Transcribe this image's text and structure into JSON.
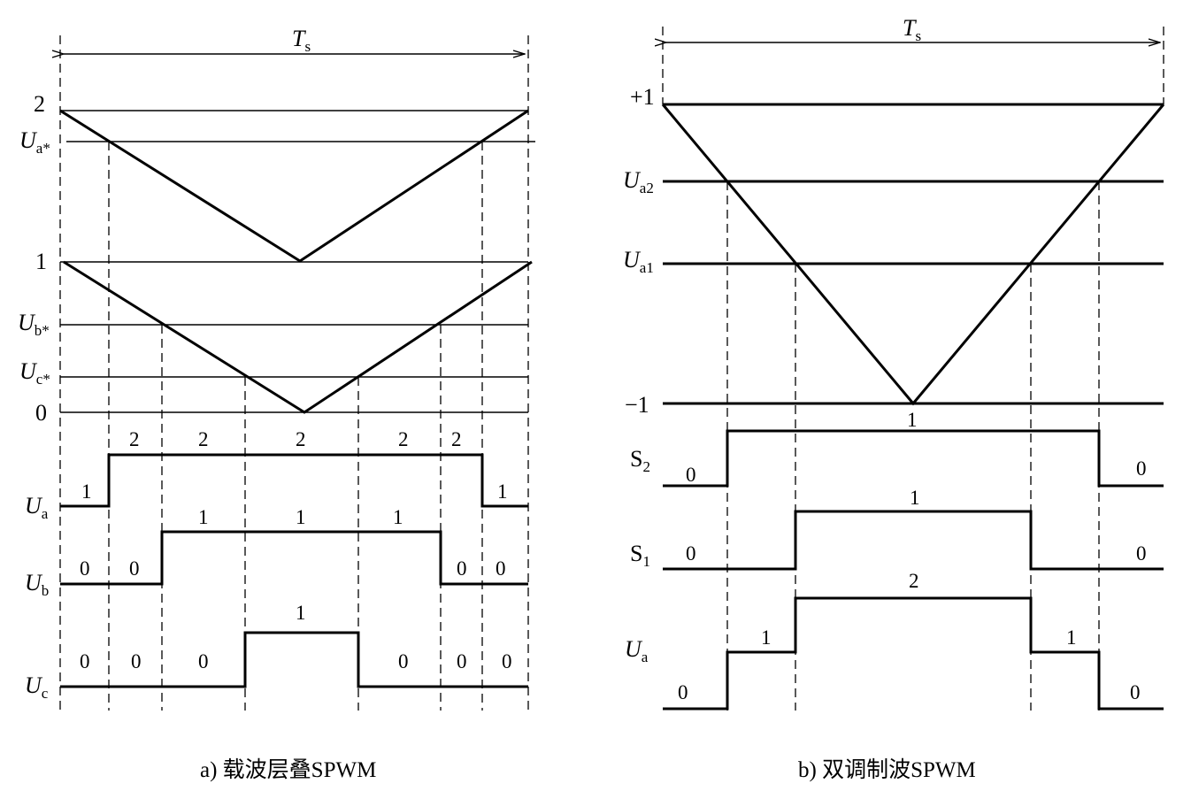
{
  "panel_a": {
    "period_label": "T",
    "period_sub": "s",
    "level_2": "2",
    "level_1": "1",
    "level_0": "0",
    "ua_ref": "U",
    "ua_ref_sub": "a*",
    "ub_ref": "U",
    "ub_ref_sub": "b*",
    "uc_ref": "U",
    "uc_ref_sub": "c*",
    "ua_out": "U",
    "ua_out_sub": "a",
    "ub_out": "U",
    "ub_out_sub": "b",
    "uc_out": "U",
    "uc_out_sub": "c",
    "ua_values": [
      "1",
      "2",
      "2",
      "2",
      "2",
      "2",
      "1"
    ],
    "ub_values": [
      "0",
      "0",
      "1",
      "1",
      "1",
      "0",
      "0"
    ],
    "uc_values": [
      "0",
      "0",
      "0",
      "1",
      "0",
      "0",
      "0"
    ],
    "caption": "a) 载波层叠SPWM"
  },
  "panel_b": {
    "period_label": "T",
    "period_sub": "s",
    "level_plus1": "+1",
    "level_minus1": "−1",
    "ua2": "U",
    "ua2_sub": "a2",
    "ua1": "U",
    "ua1_sub": "a1",
    "s2": "S",
    "s2_sub": "2",
    "s1": "S",
    "s1_sub": "1",
    "ua_out": "U",
    "ua_out_sub": "a",
    "s2_values": [
      "0",
      "1",
      "0"
    ],
    "s1_values": [
      "0",
      "1",
      "0"
    ],
    "ua_values": [
      "0",
      "1",
      "2",
      "1",
      "0"
    ],
    "caption": "b) 双调制波SPWM"
  }
}
